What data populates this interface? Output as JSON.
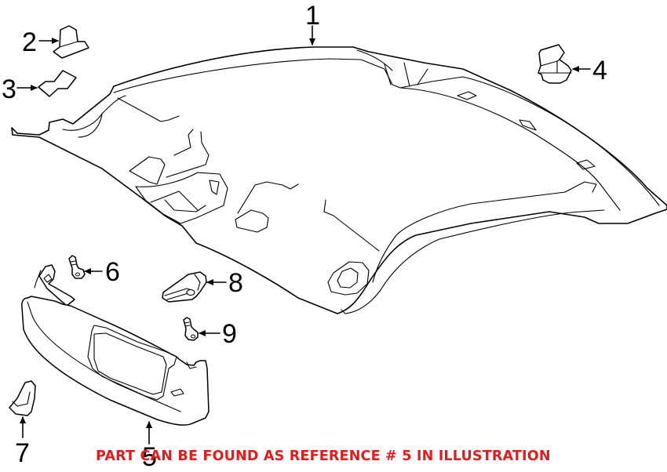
{
  "diagram": {
    "title": "Headliner and sun visor parts illustration",
    "callouts": [
      {
        "ref": "1",
        "part": "headliner"
      },
      {
        "ref": "2",
        "part": "clip"
      },
      {
        "ref": "3",
        "part": "clip"
      },
      {
        "ref": "4",
        "part": "clip"
      },
      {
        "ref": "5",
        "part": "sun-visor"
      },
      {
        "ref": "6",
        "part": "screw"
      },
      {
        "ref": "7",
        "part": "visor-clip-cover"
      },
      {
        "ref": "8",
        "part": "visor-retainer-clip"
      },
      {
        "ref": "9",
        "part": "screw"
      }
    ],
    "notice": "PART CAN BE FOUND AS REFERENCE # 5 IN ILLUSTRATION",
    "notice_color": "#e31b1b"
  }
}
